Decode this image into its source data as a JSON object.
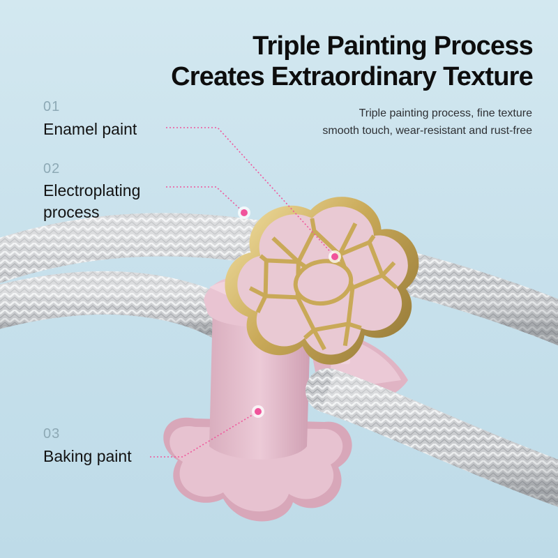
{
  "headline": {
    "line1": "Triple Painting Process",
    "line2": "Creates Extraordinary Texture"
  },
  "description": {
    "line1": "Triple painting process, fine texture",
    "line2": "smooth touch, wear-resistant and rust-free"
  },
  "callouts": [
    {
      "number": "01",
      "label_lines": [
        "Enamel paint"
      ]
    },
    {
      "number": "02",
      "label_lines": [
        "Electroplating",
        "process"
      ]
    },
    {
      "number": "03",
      "label_lines": [
        "Baking paint"
      ]
    }
  ],
  "colors": {
    "background": "#c8e1ec",
    "callout_accent": "#f0549b",
    "number_text": "#8da9b5",
    "gold": "#c9a958",
    "pink": "#e4bccb",
    "cable": "#c7c9cc"
  }
}
